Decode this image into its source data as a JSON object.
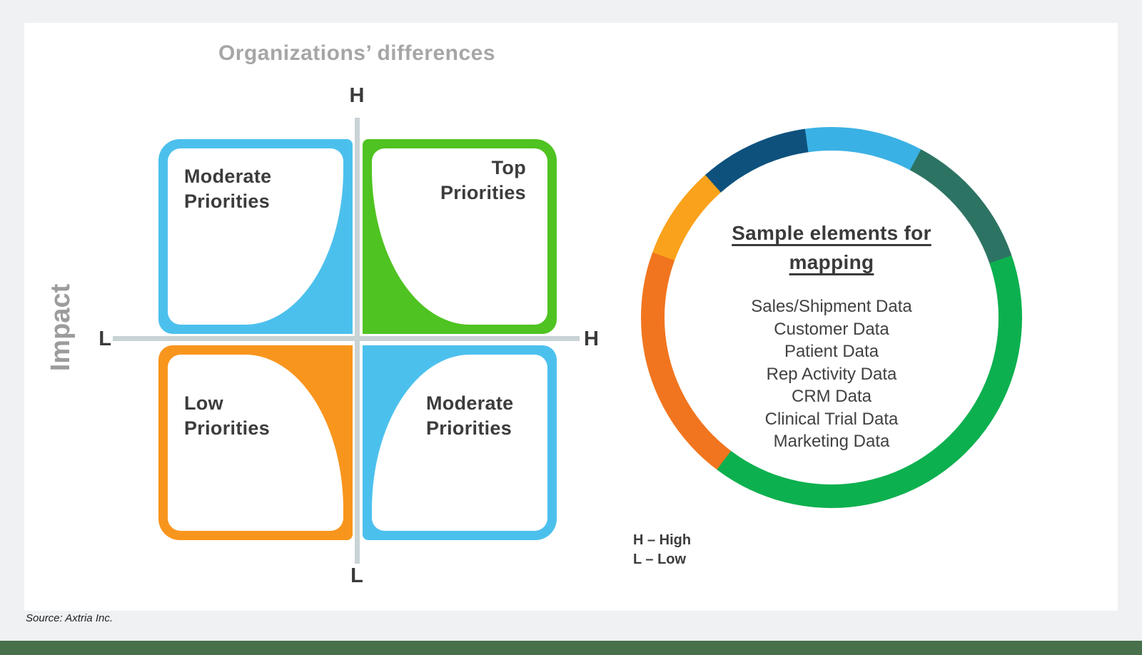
{
  "matrix": {
    "title": "Organizations’ differences",
    "y_axis_label": "Impact",
    "ticks": {
      "top": "H",
      "bottom": "L",
      "left": "L",
      "right": "H"
    },
    "quadrants": [
      {
        "id": "top-left",
        "color": "#4CC0ED",
        "lines": [
          "Moderate",
          "Priorities"
        ]
      },
      {
        "id": "top-right",
        "color": "#4FC321",
        "lines": [
          "Top",
          "Priorities"
        ]
      },
      {
        "id": "bottom-left",
        "color": "#F8951D",
        "lines": [
          "Low",
          "Priorities"
        ]
      },
      {
        "id": "bottom-right",
        "color": "#4CC0ED",
        "lines": [
          "Moderate",
          "Priorities"
        ]
      }
    ],
    "legend": {
      "lines": [
        "H – High",
        "L – Low"
      ]
    },
    "axis_color": "#C9D2D4"
  },
  "ring": {
    "heading_lines": [
      "Sample elements for",
      "mapping"
    ],
    "items": [
      "Sales/Shipment Data",
      "Customer Data",
      "Patient Data",
      "Rep Activity Data",
      "CRM Data",
      "Clinical Trial Data",
      "Marketing Data"
    ],
    "segments": [
      {
        "name": "light-blue",
        "color": "#3AB1E4",
        "from_deg": -8,
        "to_deg": 28
      },
      {
        "name": "dark-teal",
        "color": "#2D7363",
        "from_deg": 28,
        "to_deg": 71
      },
      {
        "name": "green",
        "color": "#0DB04F",
        "from_deg": 71,
        "to_deg": 217
      },
      {
        "name": "orange",
        "color": "#F1751F",
        "from_deg": 217,
        "to_deg": 290
      },
      {
        "name": "amber",
        "color": "#FAA21C",
        "from_deg": 290,
        "to_deg": 318.5
      },
      {
        "name": "navy",
        "color": "#0E517D",
        "from_deg": 318.5,
        "to_deg": 352
      }
    ]
  },
  "footer": {
    "source_note": "Source: Axtria Inc.",
    "bar_color": "#47704B"
  }
}
